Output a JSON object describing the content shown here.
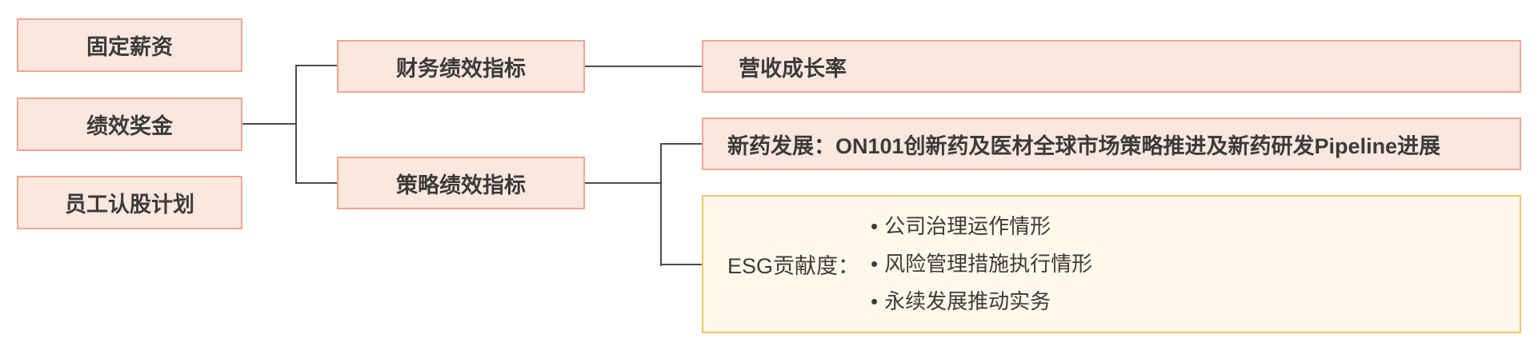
{
  "colors": {
    "box_fill_pink": "#FAE7DF",
    "box_border_salmon": "#F0A78F",
    "box_fill_cream": "#FDF8EB",
    "box_border_gold": "#F2C567",
    "connector_line": "#4C4C4C",
    "text": "#3B3B3B"
  },
  "compensation": {
    "items": [
      {
        "label": "固定薪资"
      },
      {
        "label": "绩效奖金"
      },
      {
        "label": "员工认股计划"
      }
    ]
  },
  "indicators": {
    "financial": "财务绩效指标",
    "strategic": "策略绩效指标"
  },
  "details": {
    "revenue_growth": "营收成长率",
    "new_drug_development": "新药发展：ON101创新药及医材全球市场策略推进及新药研发Pipeline进展",
    "esg": {
      "label": "ESG贡献度：",
      "bullet_char": "•",
      "bullets": [
        "公司治理运作情形",
        "风险管理措施执行情形",
        "永续发展推动实务"
      ]
    }
  }
}
